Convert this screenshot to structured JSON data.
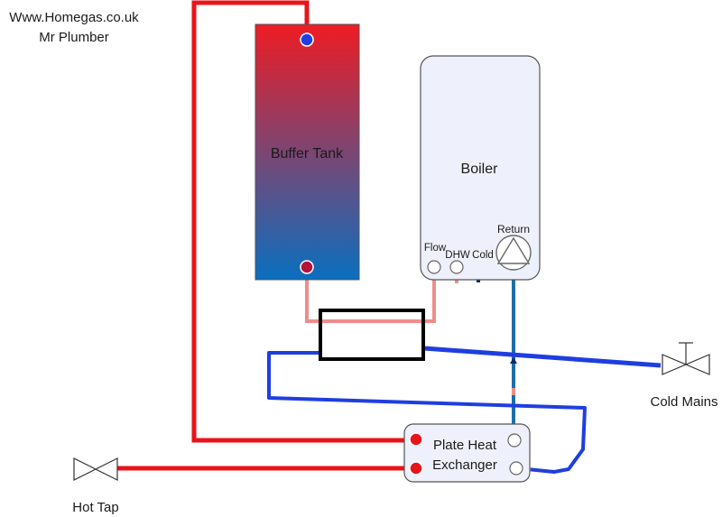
{
  "header": {
    "site": "Www.Homegas.co.uk",
    "author": "Mr Plumber"
  },
  "buffer_tank": {
    "label": "Buffer Tank"
  },
  "boiler": {
    "label": "Boiler",
    "ports": {
      "flow": "Flow",
      "dhw": "DHW",
      "cold": "Cold",
      "return": "Return"
    }
  },
  "plate_heat_exchanger": {
    "line1": "Plate Heat",
    "line2": "Exchanger"
  },
  "valves": {
    "cold_mains": "Cold Mains",
    "hot_tap": "Hot Tap"
  },
  "colors": {
    "hot": "#e8141b",
    "warm": "#f08c8c",
    "cold": "#1f3ee0",
    "return": "#1a6fa8",
    "tank_top": "#ee1c24",
    "tank_bottom": "#0a6fc0",
    "outline": "#000000"
  }
}
